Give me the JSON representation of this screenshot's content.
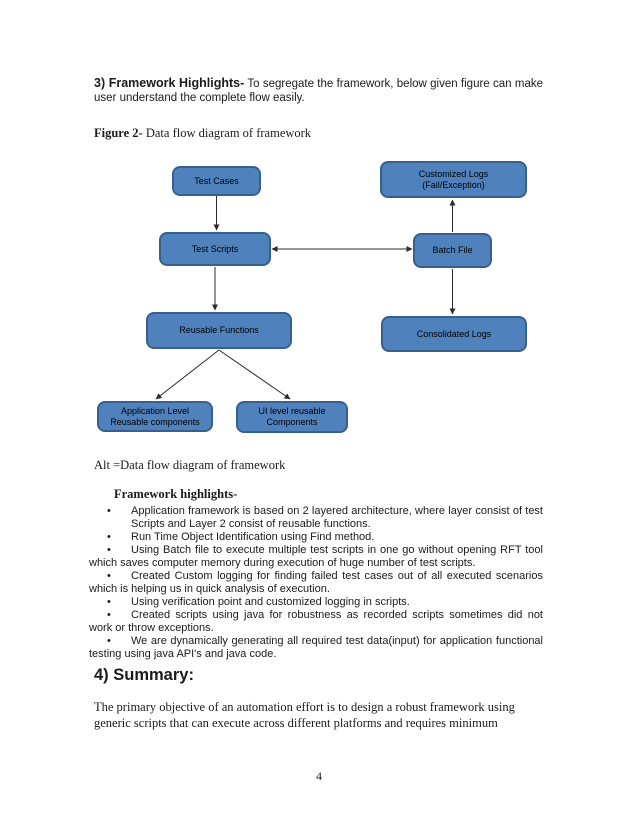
{
  "colors": {
    "node_fill": "#4f81bd",
    "node_border": "#38608c",
    "arrow": "#2b2b2b"
  },
  "bullet_char": "•",
  "intro": {
    "heading_bold": "3) Framework Highlights-",
    "heading_text": "To segregate the framework, below given figure can make user understand the complete flow easily."
  },
  "figure": {
    "label": "Figure 2-",
    "caption": "Data flow diagram of framework",
    "alt": "Alt =Data flow diagram of framework",
    "nodes": {
      "test_cases": "Test Cases",
      "customized_logs": "Customized Logs\n(Fail/Exception)",
      "test_scripts": "Test Scripts",
      "batch_file": "Batch File",
      "reusable_functions": "Reusable Functions",
      "consolidated_logs": "Consolidated Logs",
      "application_level": "Application Level\nReusable components",
      "ui_level": "UI level reusable\nComponents"
    }
  },
  "highlights": {
    "heading": "Framework highlights-",
    "bullets": [
      "Application framework is based on 2 layered architecture, where layer consist of test Scripts and Layer 2 consist of reusable functions.",
      "Run Time Object Identification using Find method.",
      "Using Batch file to execute multiple test scripts in one go without opening RFT tool which saves computer memory during execution of huge number of test scripts.",
      "Created Custom logging for finding failed test cases out of all executed scenarios which is helping us in quick analysis of execution.",
      "Using verification point and customized logging in scripts.",
      "Created scripts using java for robustness as recorded scripts sometimes did not work or throw exceptions.",
      "We are dynamically generating all required test data(input) for application functional testing using java API's and java code."
    ]
  },
  "summary": {
    "heading": "4) Summary:",
    "body": "The primary objective of an automation effort is to design a robust framework using generic scripts that can execute across different platforms and requires minimum"
  },
  "footer": {
    "page_number": "4"
  }
}
